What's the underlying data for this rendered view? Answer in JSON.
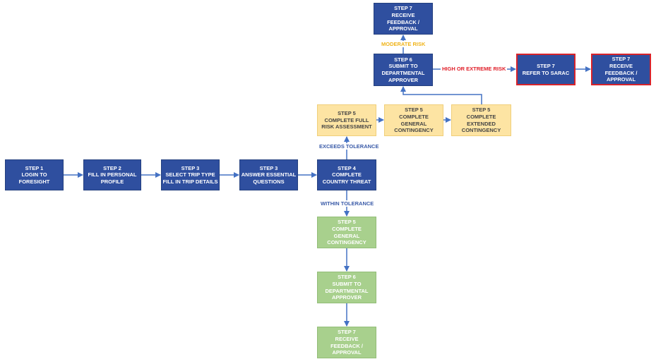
{
  "nodes": {
    "s1_login": [
      "STEP 1",
      "LOGIN TO",
      "FORESIGHT"
    ],
    "s2_profile": [
      "STEP 2",
      "FILL IN PERSONAL",
      "PROFILE"
    ],
    "s3_trip": [
      "STEP 3",
      "SELECT TRIP TYPE",
      "FILL IN TRIP DETAILS"
    ],
    "s3_questions": [
      "STEP 3",
      "ANSWER ESSENTIAL",
      "QUESTIONS"
    ],
    "s4_threat": [
      "STEP 4",
      "COMPLETE",
      "COUNTRY THREAT"
    ],
    "s5_full_risk": [
      "STEP 5",
      "COMPLETE FULL",
      "RISK ASSESSMENT"
    ],
    "s5_general_upper": [
      "STEP 5",
      "COMPLETE",
      "GENERAL",
      "CONTINGENCY"
    ],
    "s5_extended": [
      "STEP 5",
      "COMPLETE",
      "EXTENDED",
      "CONTINGENCY"
    ],
    "s6_submit_upper": [
      "STEP 6",
      "SUBMIT TO",
      "DEPARTMENTAL",
      "APPROVER"
    ],
    "s7_feedback_top": [
      "STEP 7",
      "RECEIVE",
      "FEEDBACK /",
      "APPROVAL"
    ],
    "s7_sarac": [
      "STEP 7",
      "REFER TO SARAC"
    ],
    "s7_feedback_right": [
      "STEP 7",
      "RECEIVE",
      "FEEDBACK /",
      "APPROVAL"
    ],
    "s5_general_lower": [
      "STEP 5",
      "COMPLETE",
      "GENERAL",
      "CONTINGENCY"
    ],
    "s6_submit_lower": [
      "STEP 6",
      "SUBMIT TO",
      "DEPARTMENTAL",
      "APPROVER"
    ],
    "s7_feedback_bottom": [
      "STEP 7",
      "RECEIVE",
      "FEEDBACK /",
      "APPROVAL"
    ]
  },
  "labels": {
    "exceeds_tolerance": "EXCEEDS TOLERANCE",
    "within_tolerance": "WITHIN TOLERANCE",
    "moderate_risk": "MODERATE RISK",
    "high_or_extreme_risk": "HIGH OR EXTREME RISK"
  },
  "colors": {
    "step_blue": "#2f4f9f",
    "contingency_yellow": "#fde4a3",
    "within_green": "#a8d08d",
    "escalation_red": "#d8232a",
    "arrow_blue": "#4472c4",
    "moderate_orange": "#f0b41a"
  }
}
